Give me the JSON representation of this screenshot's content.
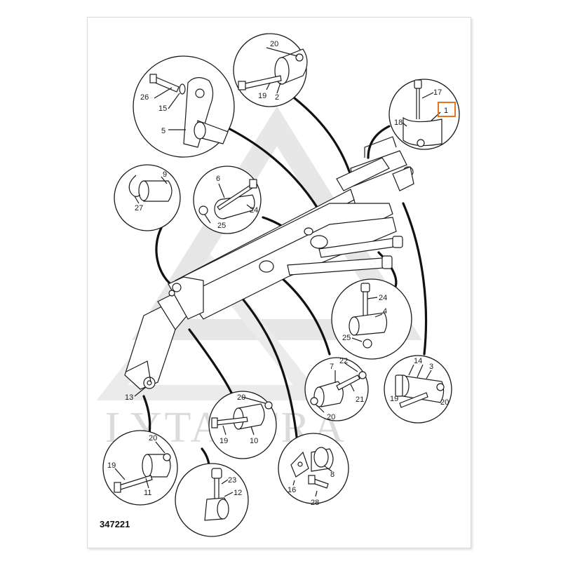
{
  "figure_number": "347221",
  "watermark": "LYTASTRA",
  "highlight_color": "#e8731a",
  "callouts": [
    {
      "id": "c-top",
      "labels": [
        "20",
        "19",
        "2"
      ]
    },
    {
      "id": "c-top-left",
      "labels": [
        "26",
        "15",
        "5"
      ]
    },
    {
      "id": "c-top-right",
      "labels": [
        "17",
        "1",
        "18"
      ]
    },
    {
      "id": "c-clip",
      "labels": [
        "9",
        "27"
      ]
    },
    {
      "id": "c-pin-mid",
      "labels": [
        "6",
        "24",
        "25"
      ]
    },
    {
      "id": "c-right-mid",
      "labels": [
        "24",
        "4",
        "25"
      ]
    },
    {
      "id": "c-bottom-mid",
      "labels": [
        "7",
        "22",
        "21",
        "20"
      ]
    },
    {
      "id": "c-right-low",
      "labels": [
        "14",
        "3",
        "19",
        "20"
      ]
    },
    {
      "id": "c-low-center",
      "labels": [
        "20",
        "19",
        "10"
      ]
    },
    {
      "id": "c-left-low",
      "labels": [
        "20",
        "19",
        "11"
      ]
    },
    {
      "id": "c-bottom-center",
      "labels": [
        "23",
        "12"
      ]
    },
    {
      "id": "c-bottom-right",
      "labels": [
        "8",
        "16",
        "28"
      ]
    }
  ],
  "main_labels": [
    "13"
  ],
  "highlighted_label": "1"
}
